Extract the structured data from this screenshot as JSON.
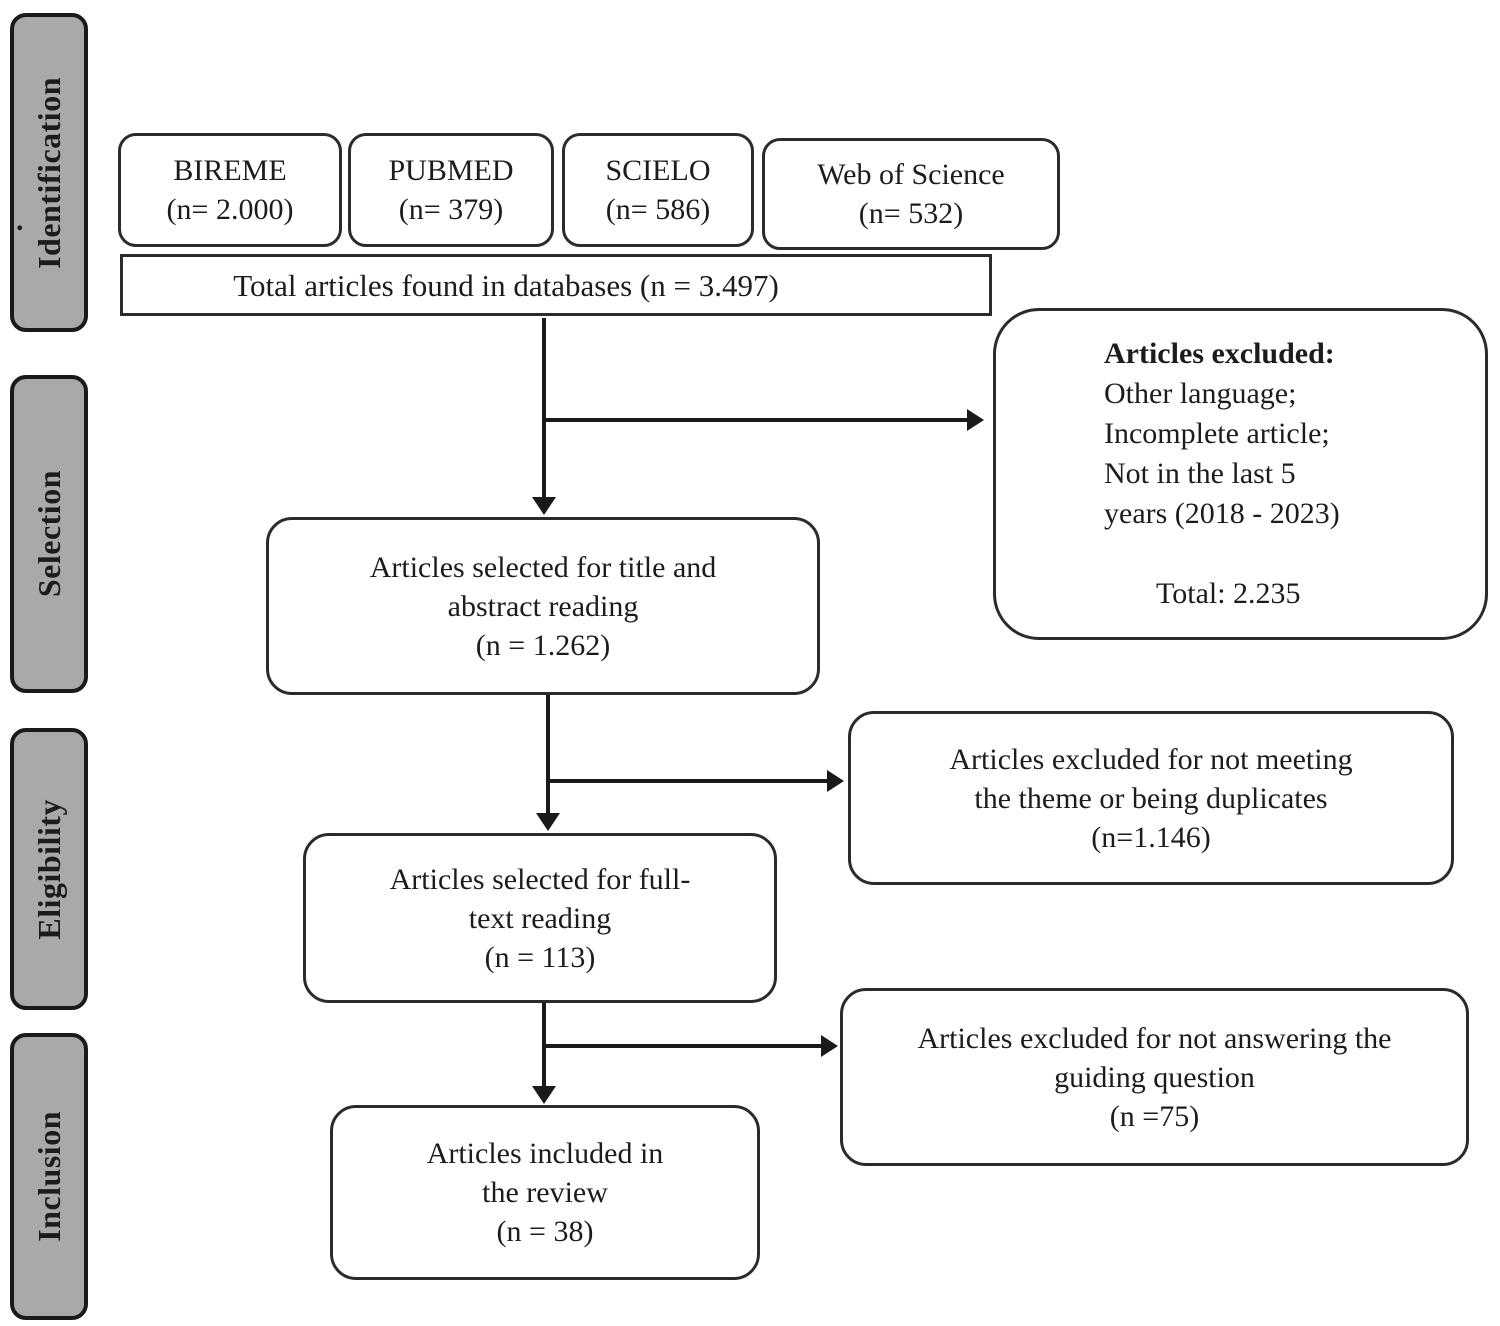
{
  "stages": [
    {
      "label": "Identification"
    },
    {
      "label": "Selection"
    },
    {
      "label": "Eligibility"
    },
    {
      "label": "Inclusion"
    }
  ],
  "databases": [
    {
      "name": "BIREME",
      "count": "(n= 2.000)"
    },
    {
      "name": "PUBMED",
      "count": "(n= 379)"
    },
    {
      "name": "SCIELO",
      "count": "(n= 586)"
    },
    {
      "name": "Web of Science",
      "count": "(n= 532)"
    }
  ],
  "total_found": "Total articles found in databases (n = 3.497)",
  "stray_mark": ".",
  "boxes": {
    "excluded_initial": {
      "title": "Articles excluded:",
      "line1": "Other language;",
      "line2": "Incomplete article;",
      "line3": "Not in the last 5",
      "line4": "years (2018 - 2023)",
      "total": "Total: 2.235"
    },
    "title_abstract": {
      "line1": "Articles selected for title and",
      "line2": "abstract reading",
      "line3": "(n = 1.262)"
    },
    "excluded_theme": {
      "line1": "Articles excluded for not meeting",
      "line2": "the theme or being duplicates",
      "line3": "(n=1.146)"
    },
    "full_text": {
      "line1": "Articles selected for full-",
      "line2": "text reading",
      "line3": "(n = 113)"
    },
    "excluded_guiding": {
      "line1": "Articles excluded for not answering the",
      "line2": "guiding question",
      "line3": "(n =75)"
    },
    "included": {
      "line1": "Articles included in",
      "line2": "the review",
      "line3": "(n = 38)"
    }
  },
  "colors": {
    "stage_fill": "#a9a9a9",
    "stage_border": "#1a1a1a",
    "box_border": "#2b2b2b",
    "line": "#1a1a1a",
    "text": "#1c1c1c",
    "background": "#ffffff"
  }
}
